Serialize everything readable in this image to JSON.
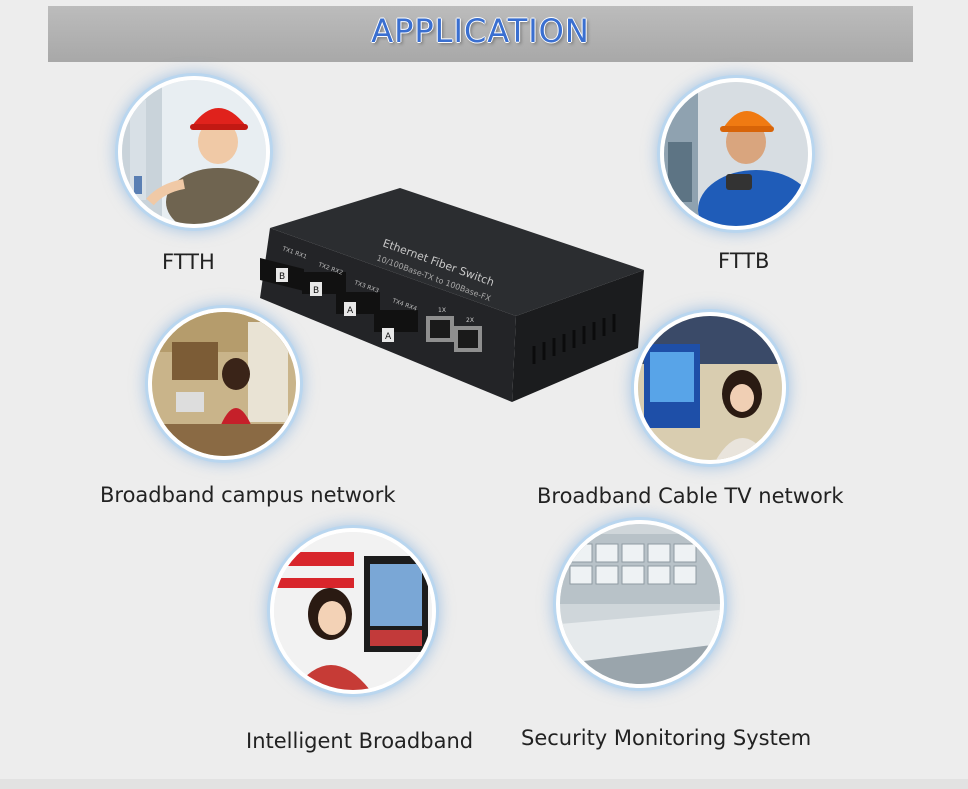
{
  "header": {
    "title": "APPLICATION"
  },
  "device": {
    "product_text": "Ethernet Fiber Switch",
    "spec_text": "10/100Base-TX to 100Base-FX",
    "port_tags": [
      "B",
      "B",
      "A",
      "A"
    ],
    "port_labels": [
      "TX1 RX1",
      "TX2 RX2",
      "TX3 RX3",
      "TX4 RX4"
    ],
    "rj45_labels": [
      "1X",
      "2X"
    ]
  },
  "applications": [
    {
      "id": "ftth",
      "label": "FTTH"
    },
    {
      "id": "fttb",
      "label": "FTTB"
    },
    {
      "id": "campus",
      "label": "Broadband campus network"
    },
    {
      "id": "cabletv",
      "label": "Broadband Cable TV network"
    },
    {
      "id": "intelligent",
      "label": "Intelligent Broadband"
    },
    {
      "id": "security",
      "label": "Security Monitoring System"
    }
  ]
}
